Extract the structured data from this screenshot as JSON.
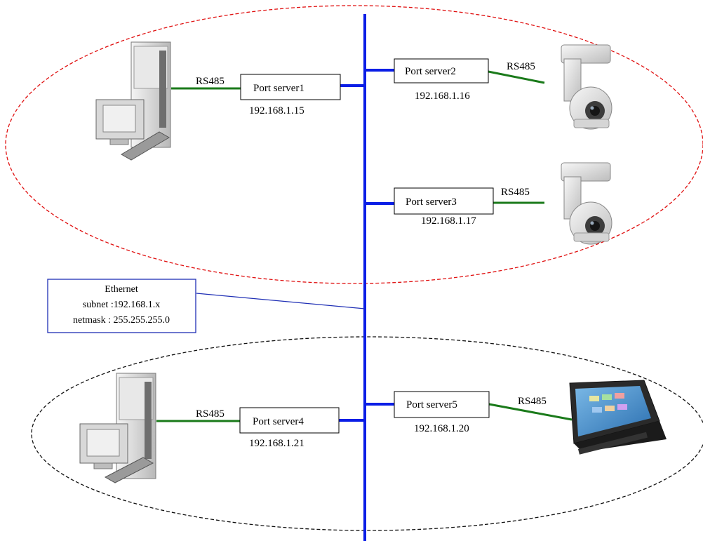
{
  "colors": {
    "ethernet_bus": "#0a1ee6",
    "rs485_link": "#1a7a1a",
    "group1_outline": "#e01010",
    "group2_outline": "#111111",
    "note_border": "#1f2fb5"
  },
  "ethernet_note": {
    "line1": "Ethernet",
    "line2": "subnet :192.168.1.x",
    "line3": "netmask : 255.255.255.0"
  },
  "port_servers": [
    {
      "name": "Port server1",
      "ip": "192.168.1.15"
    },
    {
      "name": "Port server2",
      "ip": "192.168.1.16"
    },
    {
      "name": "Port server3",
      "ip": "192.168.1.17"
    },
    {
      "name": "Port server4",
      "ip": "192.168.1.21"
    },
    {
      "name": "Port server5",
      "ip": "192.168.1.20"
    }
  ],
  "links": {
    "link1": "RS485",
    "link2": "RS485",
    "link3": "RS485",
    "link4": "RS485",
    "link5": "RS485"
  },
  "devices": {
    "pc1": "desktop-computer-icon",
    "pc2": "desktop-computer-icon",
    "camera1": "ptz-camera-icon",
    "camera2": "ptz-camera-icon",
    "terminal": "touchscreen-terminal-icon"
  }
}
